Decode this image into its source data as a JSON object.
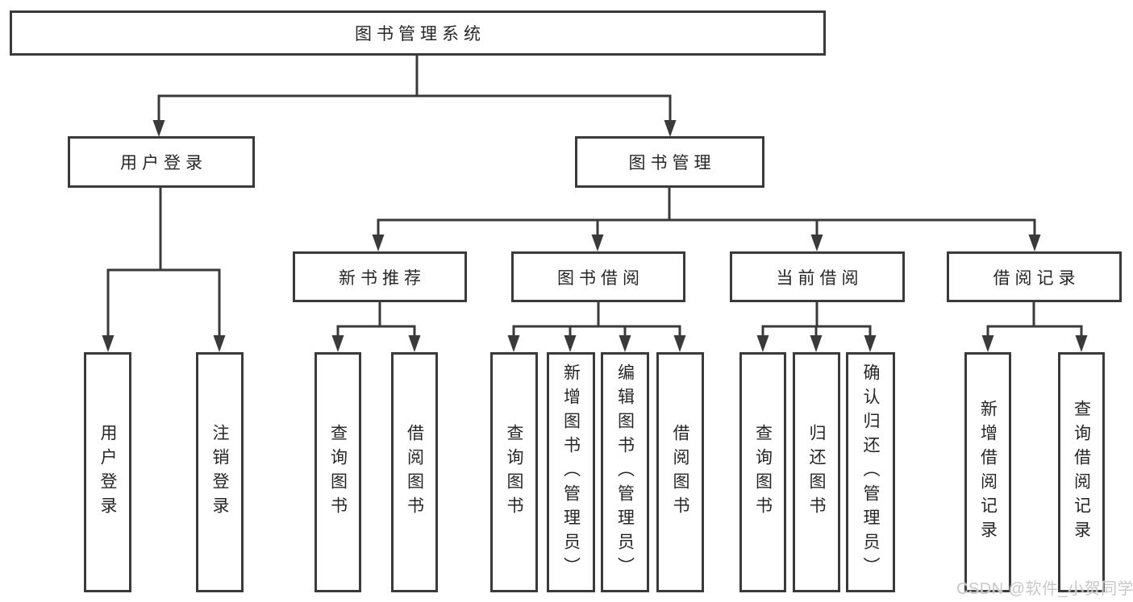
{
  "tree": {
    "root": "图书管理系统",
    "branches": [
      {
        "label": "用户登录",
        "children": [
          "用户登录",
          "注销登录"
        ]
      },
      {
        "label": "图书管理",
        "children": [
          {
            "label": "新书推荐",
            "children": [
              "查询图书",
              "借阅图书"
            ]
          },
          {
            "label": "图书借阅",
            "children": [
              "查询图书",
              "新增图书（管理员）",
              "编辑图书（管理员）",
              "借阅图书"
            ]
          },
          {
            "label": "当前借阅",
            "children": [
              "查询图书",
              "归还图书",
              "确认归还（管理员）"
            ]
          },
          {
            "label": "借阅记录",
            "children": [
              "新增借阅记录",
              "查询借阅记录"
            ]
          }
        ]
      }
    ]
  },
  "colors": {
    "line": "#3a3a3a",
    "box_border": "#3a3a3a",
    "text": "#262626",
    "background": "#ffffff",
    "watermark": "#c8c8c8"
  },
  "watermark": {
    "text": "CSDN @软件_小贺同学"
  }
}
